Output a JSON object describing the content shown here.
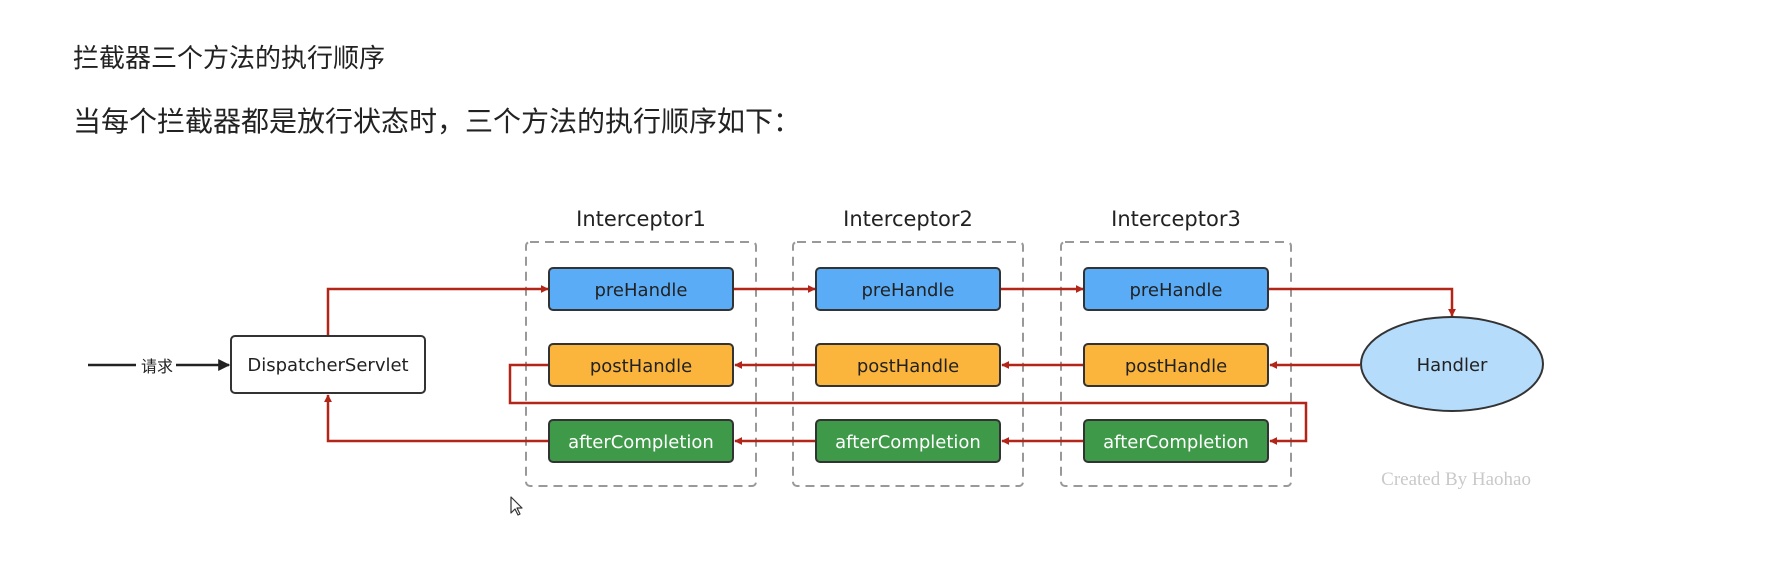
{
  "headings": {
    "title": "拦截器三个方法的执行顺序",
    "subtitle": "当每个拦截器都是放行状态时，三个方法的执行顺序如下："
  },
  "diagram": {
    "request_label": "请求",
    "dispatcher_label": "DispatcherServlet",
    "handler_label": "Handler",
    "interceptors": [
      {
        "title": "Interceptor1",
        "pre": "preHandle",
        "post": "postHandle",
        "after": "afterCompletion"
      },
      {
        "title": "Interceptor2",
        "pre": "preHandle",
        "post": "postHandle",
        "after": "afterCompletion"
      },
      {
        "title": "Interceptor3",
        "pre": "preHandle",
        "post": "postHandle",
        "after": "afterCompletion"
      }
    ],
    "watermark": "Created By Haohao"
  },
  "colors": {
    "pre": "#5aacf7",
    "post": "#fbb53c",
    "after": "#3e9a48",
    "handler": "#b6dcfb",
    "arrow": "#b22518",
    "group_border": "#999999"
  }
}
